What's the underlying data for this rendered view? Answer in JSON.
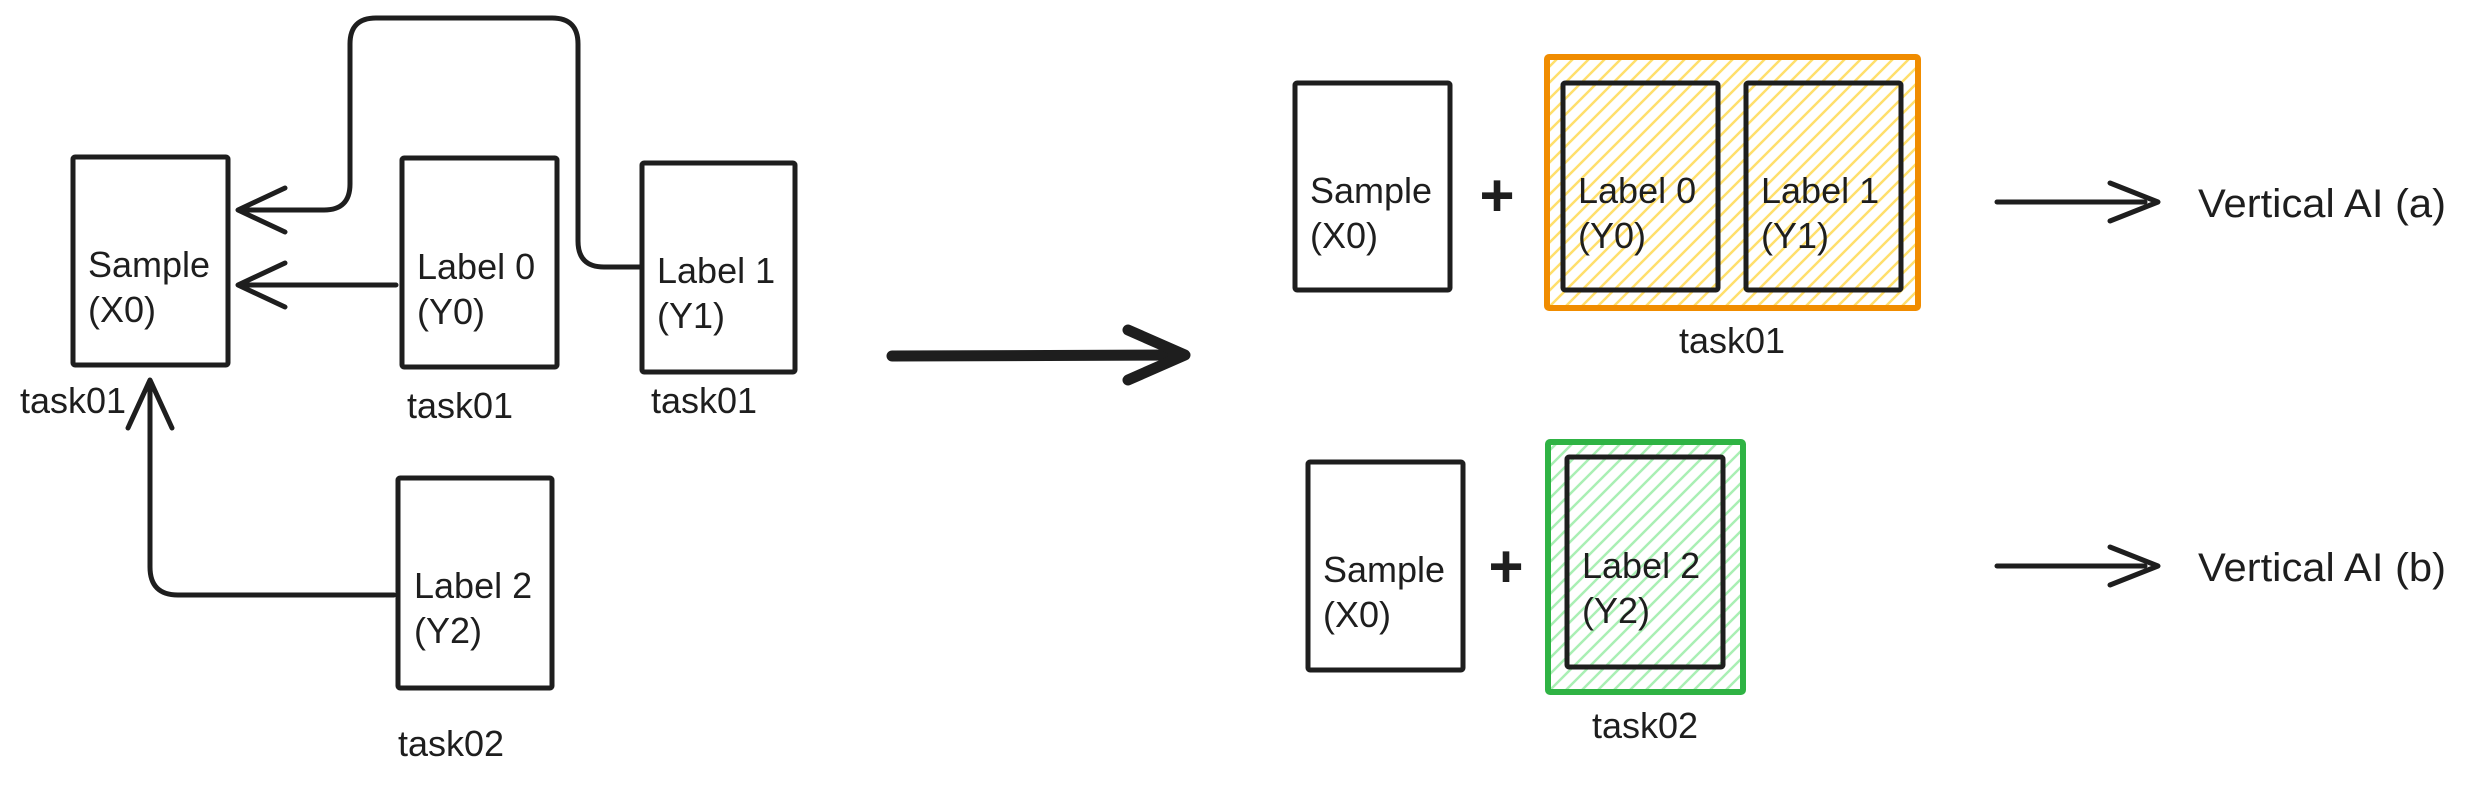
{
  "colors": {
    "ink": "#1e1e1e",
    "orange": "#f08c00",
    "orange_hatch": "#ffd43b",
    "green": "#2fb344",
    "green_hatch": "#8ce99a",
    "background": "#ffffff"
  },
  "left": {
    "sample": {
      "line1": "Sample",
      "line2": "(X0)",
      "task": "task01"
    },
    "label0": {
      "line1": "Label 0",
      "line2": "(Y0)",
      "task": "task01"
    },
    "label1": {
      "line1": "Label 1",
      "line2": "(Y1)",
      "task": "task01"
    },
    "label2": {
      "line1": "Label 2",
      "line2": "(Y2)",
      "task": "task02"
    }
  },
  "right": {
    "a": {
      "sample": {
        "line1": "Sample",
        "line2": "(X0)"
      },
      "plus": "+",
      "label0": {
        "line1": "Label 0",
        "line2": "(Y0)"
      },
      "label1": {
        "line1": "Label 1",
        "line2": "(Y1)"
      },
      "task": "task01",
      "result": "Vertical AI (a)"
    },
    "b": {
      "sample": {
        "line1": "Sample",
        "line2": "(X0)"
      },
      "plus": "+",
      "label2": {
        "line1": "Label 2",
        "line2": "(Y2)"
      },
      "task": "task02",
      "result": "Vertical AI (b)"
    }
  }
}
